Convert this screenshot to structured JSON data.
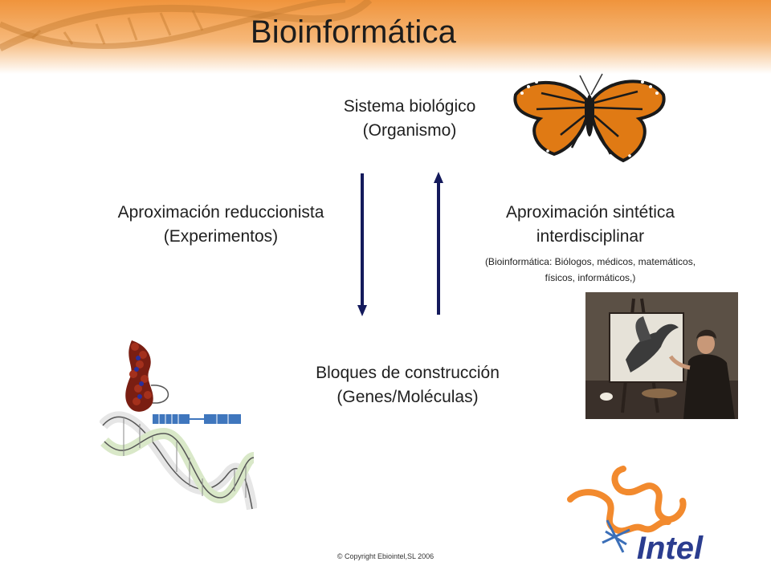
{
  "title": "Bioinformática",
  "nodes": {
    "top_line1": "Sistema biológico",
    "top_line2": "(Organismo)",
    "left_line1": "Aproximación reduccionista",
    "left_line2": "(Experimentos)",
    "right_line1": "Aproximación sintética",
    "right_line2": "interdisciplinar",
    "right_note_line1": "(Bioinformática: Biólogos, médicos, matemáticos,",
    "right_note_line2": "físicos, informáticos,)",
    "bottom_line1": "Bloques de construcción",
    "bottom_line2": "(Genes/Moléculas)"
  },
  "images": {
    "top_right": "monarch-butterfly",
    "right": "painting-artist-bird",
    "bottom_left": "dna-molecule",
    "bottom_right": "ebiointel-logo"
  },
  "logo_text": "Intel",
  "copyright": "© Copyright Ebiointel,SL 2006",
  "colors": {
    "arrow": "#141a5c",
    "banner": "#f2a04c",
    "logo_orange": "#f28a2e",
    "logo_blue": "#2b3d8f"
  }
}
